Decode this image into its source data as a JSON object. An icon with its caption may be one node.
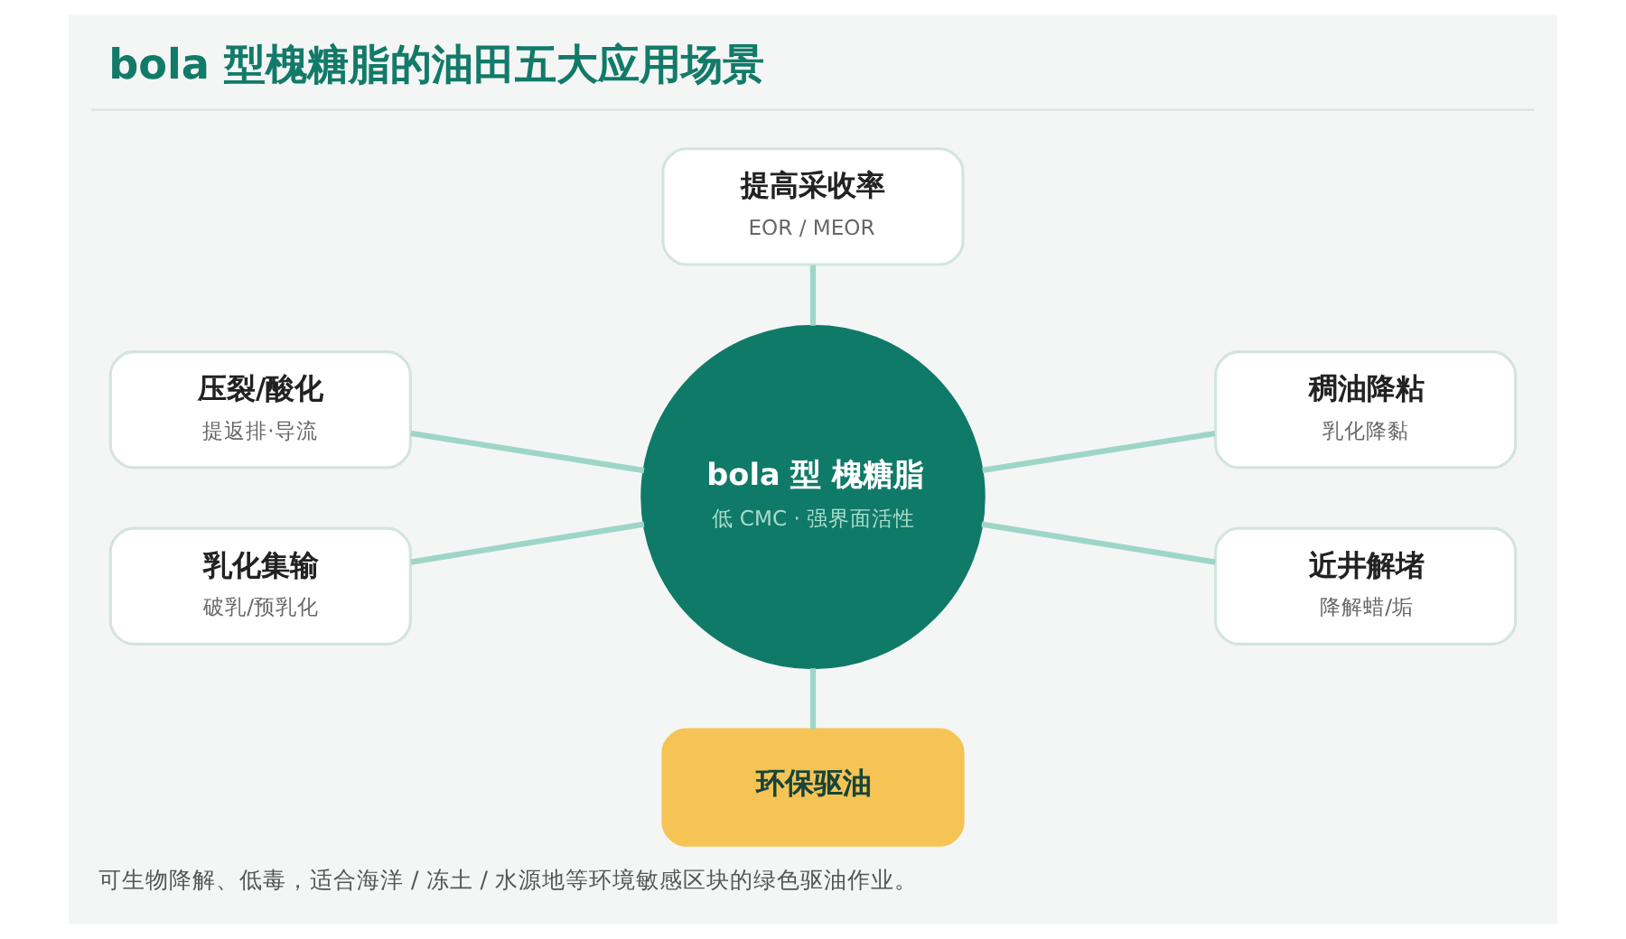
{
  "diagram": {
    "title": "bola 型槐糖脂的油田五大应用场景",
    "nodes": [
      {
        "text": [
          "提高采收率",
          "EOR / MEOR"
        ]
      },
      {
        "text": [
          "压裂/酸化",
          "提返排·导流"
        ]
      },
      {
        "text": [
          "bola 型 槐糖脂",
          "低 CMC · 强界面活性"
        ]
      },
      {
        "text": [
          "稠油降粘",
          "乳化降黏"
        ]
      },
      {
        "text": [
          "乳化集输",
          "破乳/预乳化"
        ]
      },
      {
        "text": [
          "近井解堵",
          "降解蜡/垢"
        ]
      },
      {
        "text": [
          "环保驱油"
        ]
      }
    ],
    "edges": [
      {
        "from": 2,
        "to": 0,
        "arrow": "none"
      },
      {
        "from": 1,
        "to": 2,
        "arrow": "none"
      },
      {
        "from": 4,
        "to": 2,
        "arrow": "none"
      },
      {
        "from": 2,
        "to": 5,
        "arrow": "none"
      },
      {
        "from": 2,
        "to": 3,
        "arrow": "none"
      },
      {
        "from": 6,
        "to": 2,
        "arrow": "none"
      }
    ],
    "caption": "可生物降解、低毒，适合海洋 / 冻土 / 水源地等环境敏感区块的绿色驱油作业。"
  }
}
